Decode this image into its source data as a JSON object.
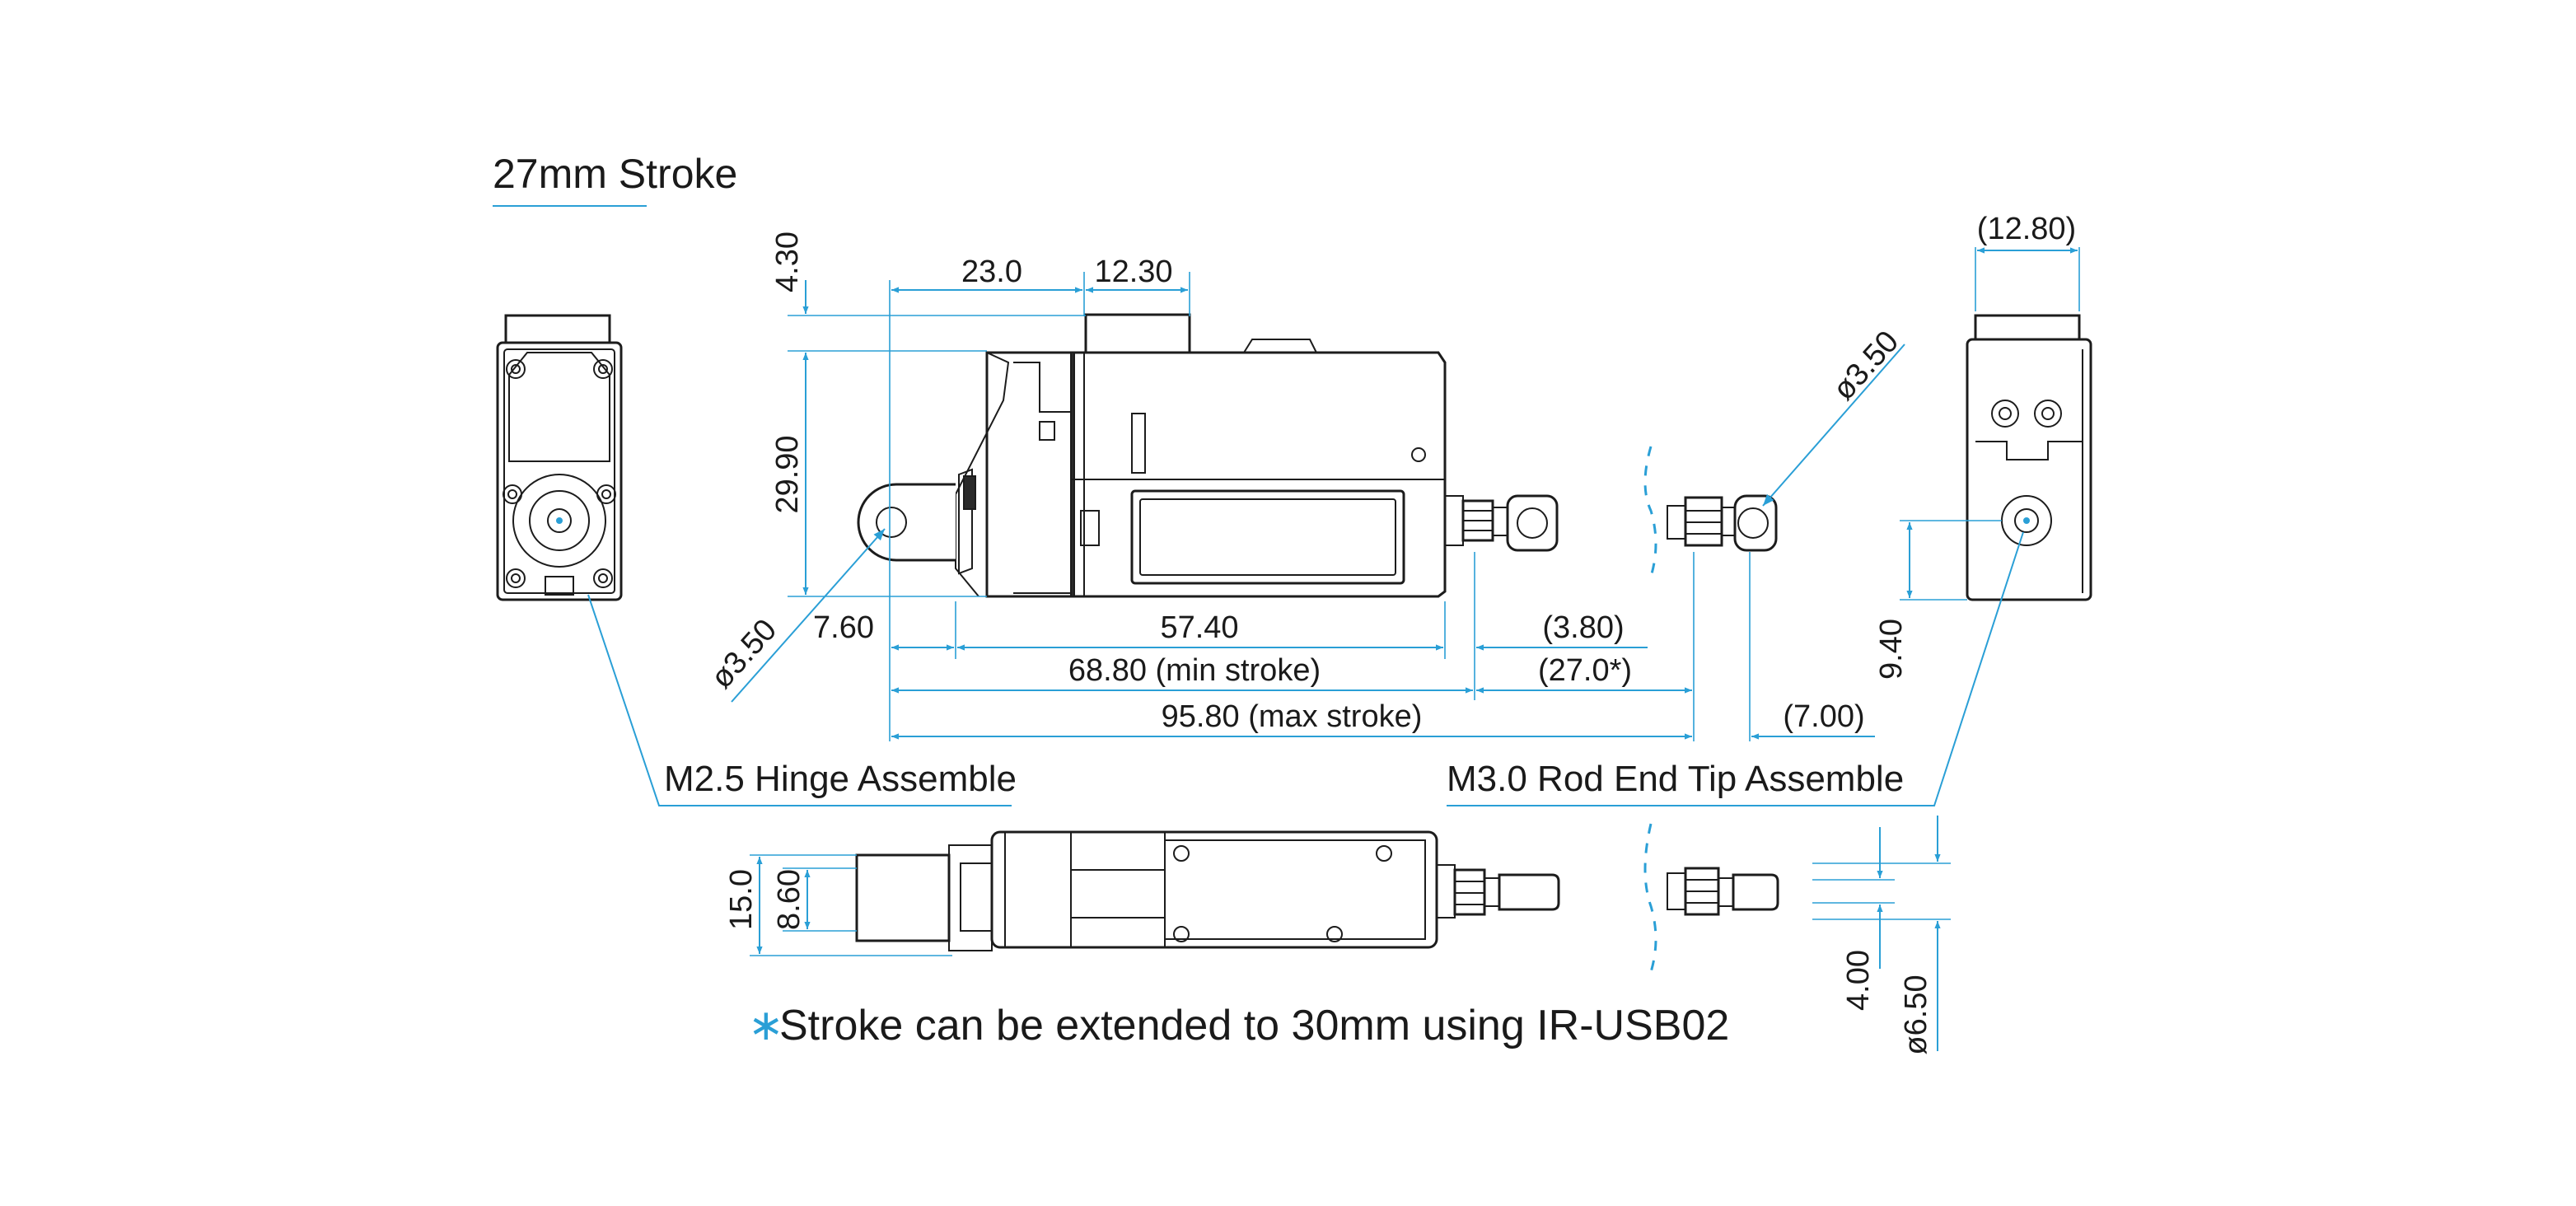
{
  "title": "27mm Stroke",
  "labels": {
    "hinge": "M2.5 Hinge Assemble",
    "rod_end": "M3.0 Rod End Tip Assemble"
  },
  "note": {
    "symbol": "∗",
    "text": "Stroke can be extended to 30mm using IR-USB02"
  },
  "dimensions": {
    "top_height": "4.30",
    "len_23": "23.0",
    "len_12_30": "12.30",
    "body_height": "29.90",
    "hole_left": "ø3.50",
    "hole_right": "ø3.50",
    "len_7_60": "7.60",
    "len_57_40": "57.40",
    "len_3_80": "(3.80)",
    "min_stroke": "68.80 (min stroke)",
    "stroke_27": "(27.0*)",
    "max_stroke": "95.80 (max stroke)",
    "len_7_00": "(7.00)",
    "side_width": "(12.80)",
    "side_height": "9.40",
    "bottom_15": "15.0",
    "bottom_8_60": "8.60",
    "rod_4_00": "4.00",
    "rod_6_50": "ø6.50"
  },
  "colors": {
    "dimension_line": "#2a9fd6",
    "outline": "#1c1c1c"
  }
}
